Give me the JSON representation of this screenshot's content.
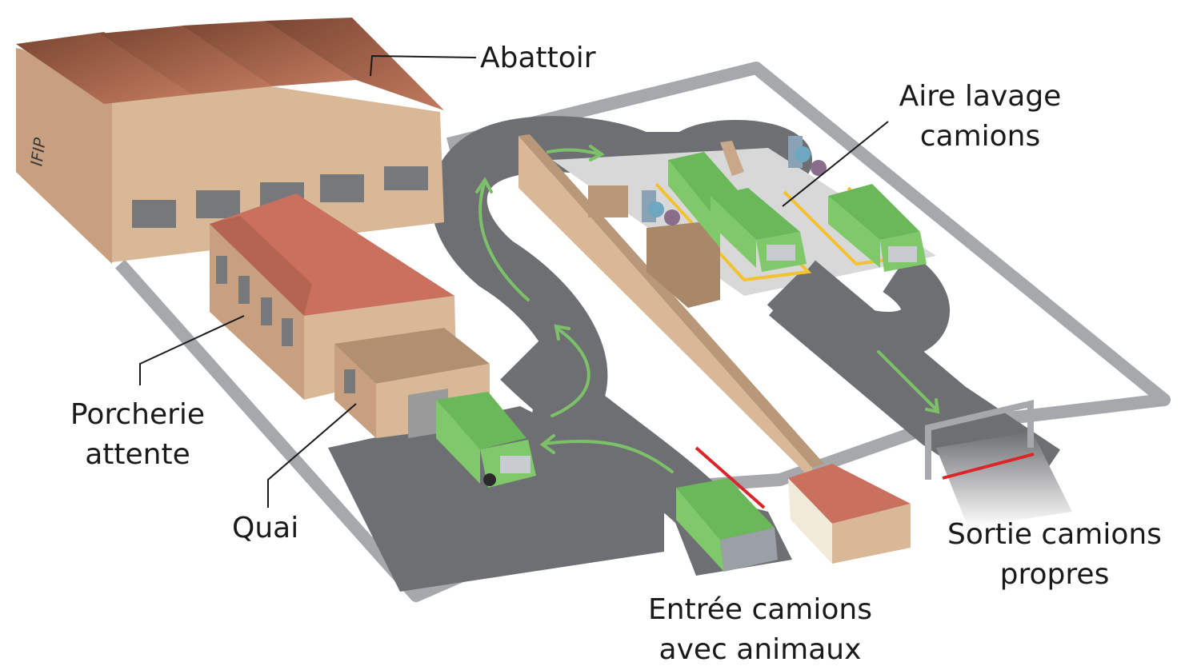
{
  "labels": {
    "abattoir": "Abattoir",
    "aire_line1": "Aire lavage",
    "aire_line2": "camions",
    "porcherie_line1": "Porcherie",
    "porcherie_line2": "attente",
    "quai": "Quai",
    "sortie_line1": "Sortie camions",
    "sortie_line2": "propres",
    "entree_line1": "Entrée camions",
    "entree_line2": "avec animaux"
  },
  "logo_text": "IFIP",
  "colors": {
    "road": "#6e6f72",
    "wall": "#a6a8ab",
    "building_wall": "#e0c0a0",
    "building_roof": "#b86048",
    "porcherie_roof": "#c9705e",
    "truck_green": "#7fc96b",
    "arrow_green": "#7cc16a",
    "barrier_red": "#d9262b",
    "wash_line": "#f2c230"
  }
}
